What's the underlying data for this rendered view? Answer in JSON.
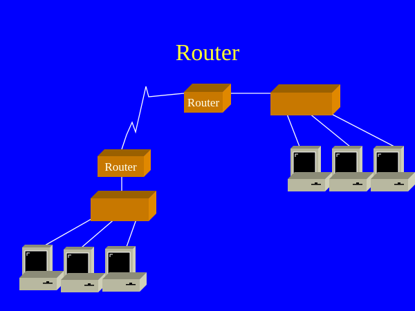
{
  "title": "Router",
  "colors": {
    "background": "#0000FF",
    "title": "#FFFF33",
    "box_front": "#C87800",
    "box_top": "#9A6000",
    "box_side": "#E08800",
    "line": "#FFFFFF",
    "pc_body": "#B8B8A0",
    "pc_top": "#8C8C78",
    "pc_side": "#D0D0B8",
    "screen": "#000000"
  },
  "nodes": [
    {
      "id": "router-top",
      "type": "router",
      "label": "Router"
    },
    {
      "id": "hub-right",
      "type": "hub",
      "label": ""
    },
    {
      "id": "router-left",
      "type": "router",
      "label": "Router"
    },
    {
      "id": "hub-left",
      "type": "hub",
      "label": ""
    },
    {
      "id": "pc-right-1",
      "type": "computer"
    },
    {
      "id": "pc-right-2",
      "type": "computer"
    },
    {
      "id": "pc-right-3",
      "type": "computer"
    },
    {
      "id": "pc-left-1",
      "type": "computer"
    },
    {
      "id": "pc-left-2",
      "type": "computer"
    },
    {
      "id": "pc-left-3",
      "type": "computer"
    }
  ],
  "edges": [
    {
      "from": "router-left",
      "to": "router-top",
      "kind": "wan-link"
    },
    {
      "from": "router-top",
      "to": "hub-right",
      "kind": "lan"
    },
    {
      "from": "router-left",
      "to": "hub-left",
      "kind": "lan"
    },
    {
      "from": "hub-right",
      "to": "pc-right-1",
      "kind": "lan"
    },
    {
      "from": "hub-right",
      "to": "pc-right-2",
      "kind": "lan"
    },
    {
      "from": "hub-right",
      "to": "pc-right-3",
      "kind": "lan"
    },
    {
      "from": "hub-left",
      "to": "pc-left-1",
      "kind": "lan"
    },
    {
      "from": "hub-left",
      "to": "pc-left-2",
      "kind": "lan"
    },
    {
      "from": "hub-left",
      "to": "pc-left-3",
      "kind": "lan"
    }
  ]
}
